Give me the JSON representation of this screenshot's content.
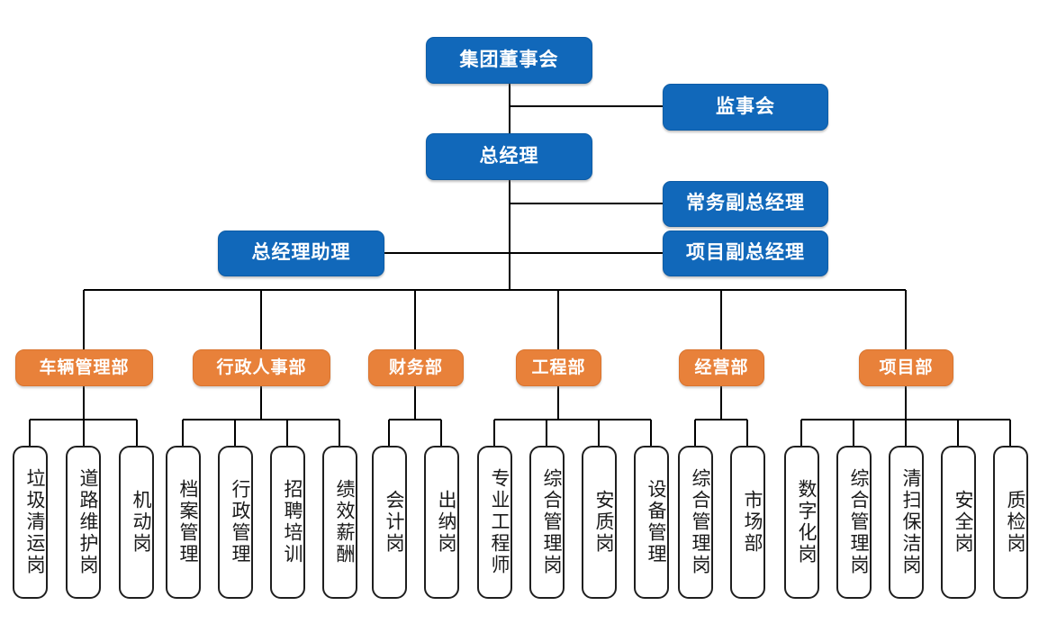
{
  "chart_title": "",
  "colors": {
    "blue": "#1168BA",
    "orange": "#E8813A",
    "leaf_border": "#1f1f1f",
    "line": "#000000",
    "text_on_fill": "#ffffff",
    "leaf_text": "#1a1a1a"
  },
  "top": {
    "board": "集团董事会",
    "supervisory": "监事会",
    "general_manager": "总经理",
    "executive_deputy": "常务副总经理",
    "project_deputy": "项目副总经理",
    "gm_assistant": "总经理助理"
  },
  "departments": [
    {
      "name": "车辆管理部",
      "positions": [
        "垃圾清运岗",
        "道路维护岗",
        "机动岗"
      ]
    },
    {
      "name": "行政人事部",
      "positions": [
        "档案管理",
        "行政管理",
        "招聘培训",
        "绩效薪酬"
      ]
    },
    {
      "name": "财务部",
      "positions": [
        "会计岗",
        "出纳岗"
      ]
    },
    {
      "name": "工程部",
      "positions": [
        "专业工程师",
        "综合管理岗",
        "安质岗",
        "设备管理"
      ]
    },
    {
      "name": "经营部",
      "positions": [
        "综合管理岗",
        "市场部"
      ]
    },
    {
      "name": "项目部",
      "positions": [
        "数字化岗",
        "综合管理岗",
        "清扫保洁岗",
        "安全岗",
        "质检岗"
      ]
    }
  ],
  "leaves_flat": [
    "垃圾清运岗",
    "道路维护岗",
    "机动岗",
    "档案管理",
    "行政管理",
    "招聘培训",
    "绩效薪酬",
    "会计岗",
    "出纳岗",
    "专业工程师",
    "综合管理岗",
    "安质岗",
    "设备管理",
    "综合管理岗",
    "市场部",
    "数字化岗",
    "综合管理岗",
    "清扫保洁岗",
    "安全岗",
    "质检岗"
  ]
}
